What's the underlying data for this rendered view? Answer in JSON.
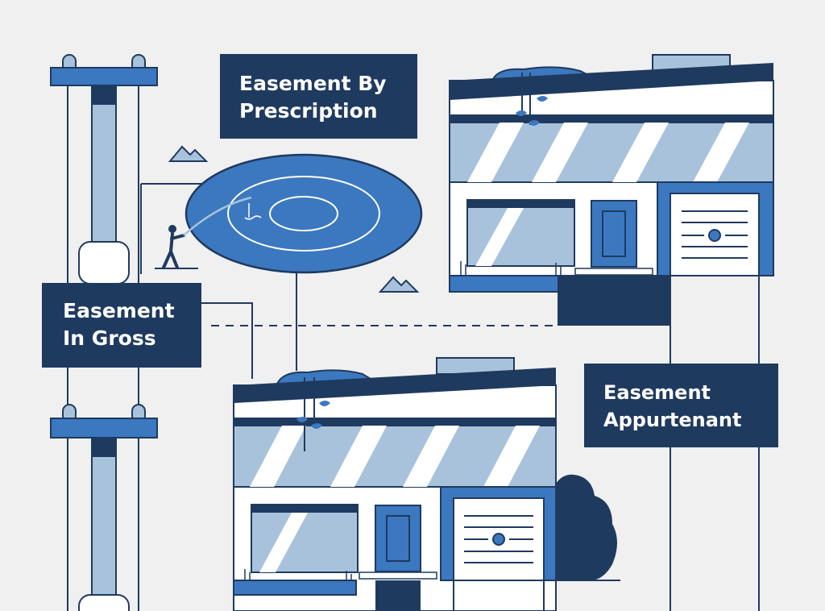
{
  "labels": {
    "prescription": [
      "Easement By",
      "Prescription"
    ],
    "in_gross": [
      "Easement",
      "In Gross"
    ],
    "appurtenant": [
      "Easement",
      "Appurtenant"
    ]
  },
  "colors": {
    "background": "#f0f0f1",
    "navy": "#1f3a5f",
    "blue": "#3b78bf",
    "light_blue": "#a9c2dc",
    "white": "#ffffff"
  },
  "icons": [
    "utility-pole-icon",
    "pond-icon",
    "fisherman-icon",
    "mountain-icon",
    "house-icon",
    "garage-door-icon",
    "bush-icon"
  ]
}
